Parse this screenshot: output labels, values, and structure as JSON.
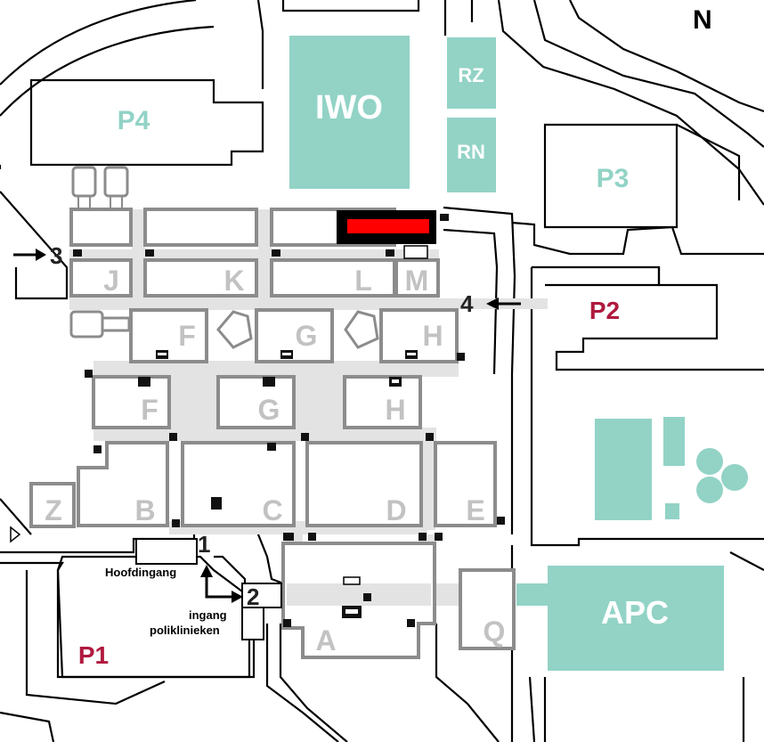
{
  "compass": "N",
  "areas": {
    "iwo": "IWO",
    "rz": "RZ",
    "rn": "RN",
    "apc": "APC"
  },
  "parking": {
    "p1": "P1",
    "p2": "P2",
    "p3": "P3",
    "p4": "P4"
  },
  "buildings": {
    "j": "J",
    "k": "K",
    "l": "L",
    "m": "M",
    "f_upper": "F",
    "g_upper": "G",
    "h_upper": "H",
    "f_lower": "F",
    "g_lower": "G",
    "h_lower": "H",
    "z": "Z",
    "b": "B",
    "c": "C",
    "d": "D",
    "e": "E",
    "a": "A",
    "q": "Q"
  },
  "entrances": {
    "e1": "1",
    "e2": "2",
    "e3": "3",
    "e4": "4",
    "hoofdingang": "Hoofdingang",
    "poli_line1": "ingang",
    "poli_line2": "poliklinieken"
  },
  "colors": {
    "teal": "#92d3c6",
    "parking_red": "#b01a3f",
    "building_outline": "#8c8c8c",
    "corridor": "#e3e3e3",
    "highlight": "#ff0000"
  }
}
